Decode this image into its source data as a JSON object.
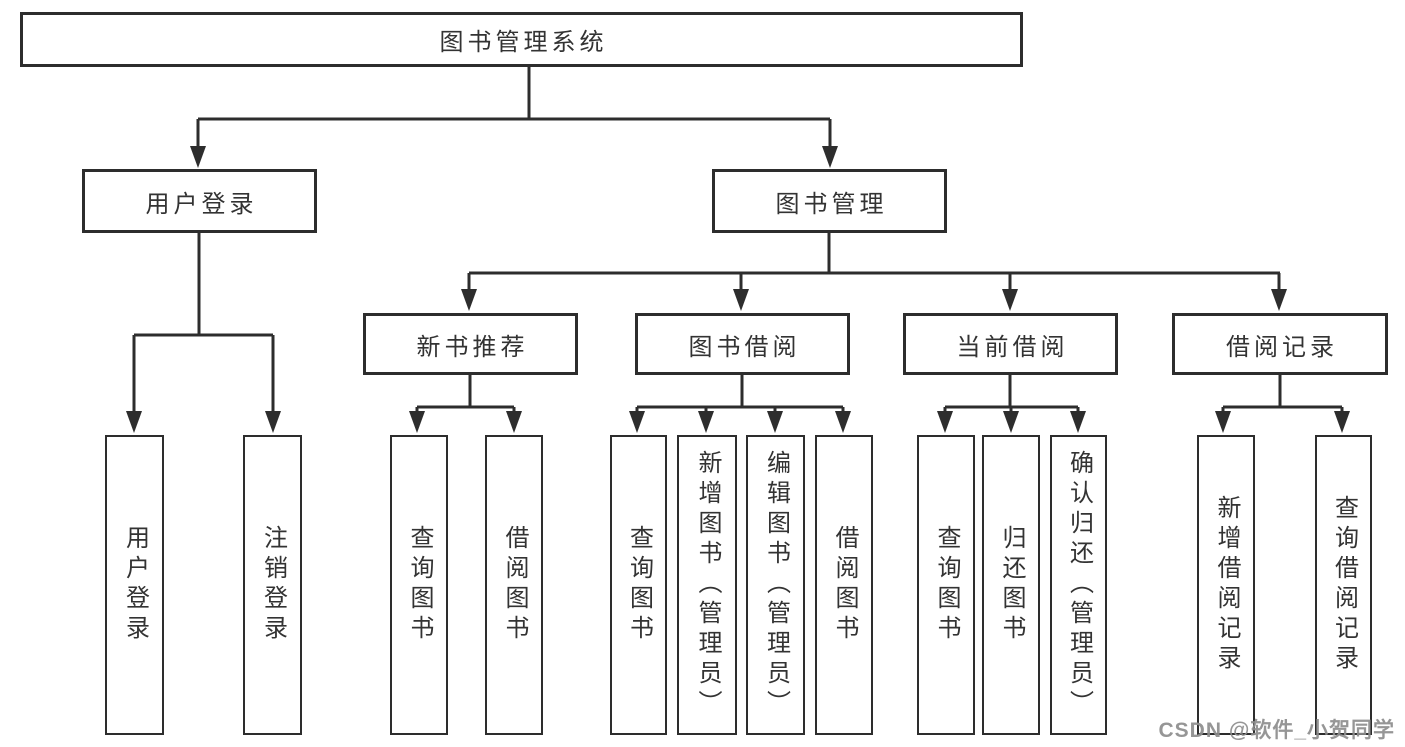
{
  "diagram": {
    "type": "hierarchy-tree",
    "colors": {
      "line": "#2d2d2d",
      "text": "#333333",
      "background": "#ffffff",
      "watermark": "#8e8e8e"
    },
    "tree": {
      "root": {
        "label": "图书管理系统",
        "children": [
          {
            "label": "用户登录",
            "children": [
              {
                "label": "用户登录"
              },
              {
                "label": "注销登录"
              }
            ]
          },
          {
            "label": "图书管理",
            "children": [
              {
                "label": "新书推荐",
                "children": [
                  {
                    "label": "查询图书"
                  },
                  {
                    "label": "借阅图书"
                  }
                ]
              },
              {
                "label": "图书借阅",
                "children": [
                  {
                    "label": "查询图书"
                  },
                  {
                    "label": "新增图书（管理员）"
                  },
                  {
                    "label": "编辑图书（管理员）"
                  },
                  {
                    "label": "借阅图书"
                  }
                ]
              },
              {
                "label": "当前借阅",
                "children": [
                  {
                    "label": "查询图书"
                  },
                  {
                    "label": "归还图书"
                  },
                  {
                    "label": "确认归还（管理员）"
                  }
                ]
              },
              {
                "label": "借阅记录",
                "children": [
                  {
                    "label": "新增借阅记录"
                  },
                  {
                    "label": "查询借阅记录"
                  }
                ]
              }
            ]
          }
        ]
      }
    },
    "watermark": {
      "text": "CSDN @软件_小贺同学"
    }
  }
}
